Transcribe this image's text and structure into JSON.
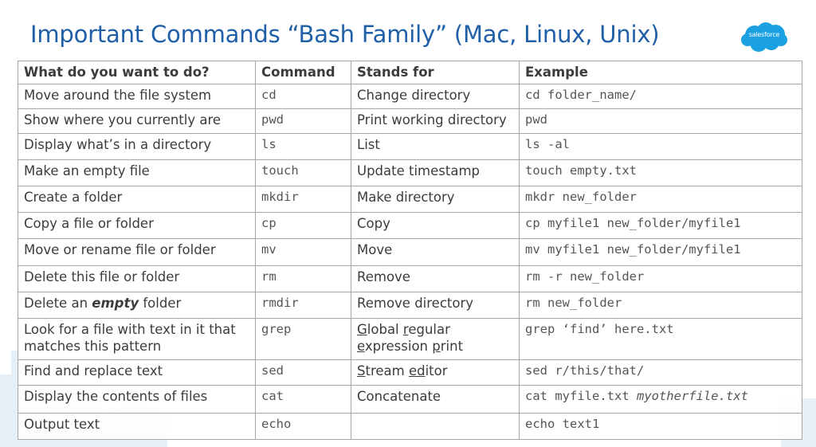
{
  "title": "Important Commands “Bash Family” (Mac, Linux, Unix)",
  "logo_text": "salesforce",
  "colors": {
    "title": "#1f5fa8",
    "logo": "#1ba1e2",
    "border": "#a6a6a6",
    "text": "#3c3c3c"
  },
  "table": {
    "headers": [
      "What do you want to do?",
      "Command",
      "Stands for",
      "Example"
    ],
    "rows": [
      {
        "task": "Move around the file system",
        "command": "cd",
        "stands_for": "Change directory",
        "example": "cd folder_name/"
      },
      {
        "task": "Show where you currently are",
        "command": "pwd",
        "stands_for": "Print working directory",
        "example": "pwd"
      },
      {
        "task": "Display what’s in a directory",
        "command": "ls",
        "stands_for": "List",
        "example": "ls -al"
      },
      {
        "task": "Make an empty file",
        "command": "touch",
        "stands_for": "Update timestamp",
        "example": "touch empty.txt"
      },
      {
        "task": "Create a folder",
        "command": "mkdir",
        "stands_for": "Make directory",
        "example": "mkdr new_folder"
      },
      {
        "task": "Copy a file or folder",
        "command": "cp",
        "stands_for": "Copy",
        "example": "cp myfile1 new_folder/myfile1"
      },
      {
        "task": "Move or rename file or folder",
        "command": "mv",
        "stands_for": "Move",
        "example": "mv myfile1 new_folder/myfile1"
      },
      {
        "task": "Delete this file or folder",
        "command": "rm",
        "stands_for": "Remove",
        "example": "rm -r new_folder"
      },
      {
        "task_prefix": "Delete an ",
        "task_emphasis": "empty",
        "task_suffix": " folder",
        "command": "rmdir",
        "stands_for": "Remove directory",
        "example": "rm new_folder"
      },
      {
        "task": "Look for a file with text in it that matches this pattern",
        "command": "grep",
        "stands_for_parts": [
          "G",
          "lobal ",
          "r",
          "egular ",
          "e",
          "xpression ",
          "p",
          "rint"
        ],
        "example": "grep ‘find’ here.txt"
      },
      {
        "task": "Find and replace text",
        "command": "sed",
        "stands_for_parts": [
          "S",
          "tream ",
          "ed",
          "itor"
        ],
        "example": "sed r/this/that/"
      },
      {
        "task": "Display the contents of files",
        "command": "cat",
        "stands_for": "Concatenate",
        "example_prefix": "cat myfile.txt ",
        "example_italic": "myotherfile.txt"
      },
      {
        "task": "Output text",
        "command": "echo",
        "stands_for": "",
        "example": "echo text1"
      }
    ]
  }
}
